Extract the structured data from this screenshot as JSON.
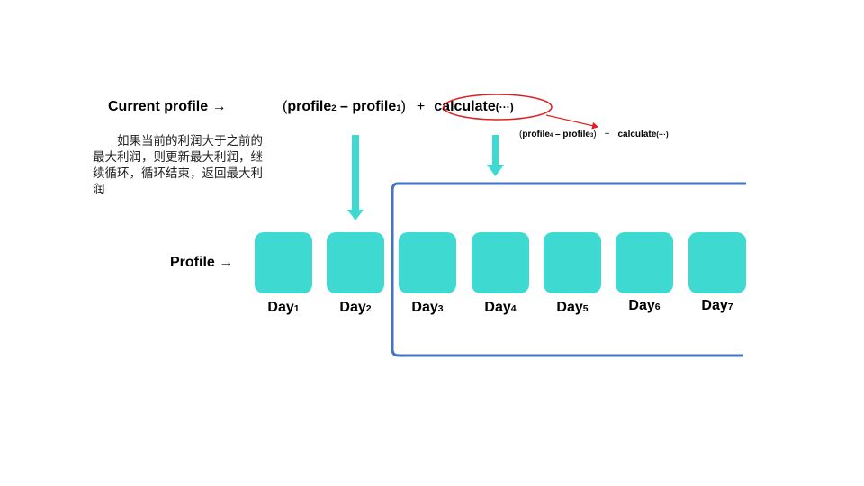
{
  "labels": {
    "current_profile": "Current profile →",
    "profile": "Profile →"
  },
  "main_expression": {
    "open": "(",
    "term_a": "profile",
    "term_a_sub": "2",
    "minus": " – ",
    "term_b": "profile",
    "term_b_sub": "1",
    "close": ")",
    "plus": "+",
    "calc": "calculate",
    "calc_args": "(···)"
  },
  "sub_expression": {
    "open": "(",
    "term_a": "profile",
    "term_a_sub": "4",
    "minus": " – ",
    "term_b": "profile",
    "term_b_sub": "3",
    "close": ")",
    "plus": "+",
    "calc": "calculate",
    "calc_args": "(···)"
  },
  "note": "如果当前的利润大于之前的最大利润，则更新最大利润，继续循环，循环结束，返回最大利润",
  "days": [
    {
      "name": "Day",
      "sub": "1"
    },
    {
      "name": "Day",
      "sub": "2"
    },
    {
      "name": "Day",
      "sub": "3"
    },
    {
      "name": "Day",
      "sub": "4"
    },
    {
      "name": "Day",
      "sub": "5"
    },
    {
      "name": "Day",
      "sub": "6"
    },
    {
      "name": "Day",
      "sub": "7"
    }
  ],
  "colors": {
    "box": "#3ed9d0",
    "arrow": "#3ed9d0",
    "bracket": "#4472c4",
    "highlight": "#e02020"
  }
}
